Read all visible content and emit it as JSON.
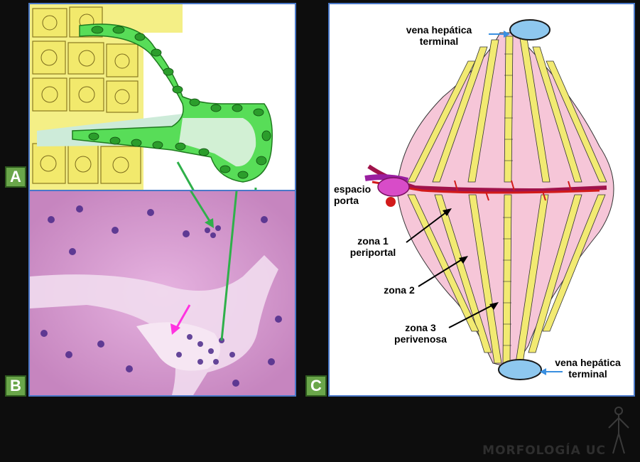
{
  "panels": {
    "a": {
      "badge": "A"
    },
    "b": {
      "badge": "B"
    },
    "c": {
      "badge": "C"
    }
  },
  "labels": {
    "top_vein_line1": "vena hepática",
    "top_vein_line2": "terminal",
    "bottom_vein_line1": "vena hepática",
    "bottom_vein_line2": "terminal",
    "portal_line1": "espacio",
    "portal_line2": "porta",
    "zone1_line1": "zona 1",
    "zone1_line2": "periportal",
    "zone2": "zona 2",
    "zone3_line1": "zona 3",
    "zone3_line2": "perivenosa"
  },
  "watermark": "MORFOLOGÍA UC",
  "colors": {
    "panel_border": "#4a78c8",
    "badge": "#6aa64a",
    "hepatocyte": "#f2ea72",
    "bile_duct": "#4fe34f",
    "sinusoid": "#f6c6d8",
    "central_vein": "#8ec8ef",
    "portal_vessel": "#a0134b"
  }
}
